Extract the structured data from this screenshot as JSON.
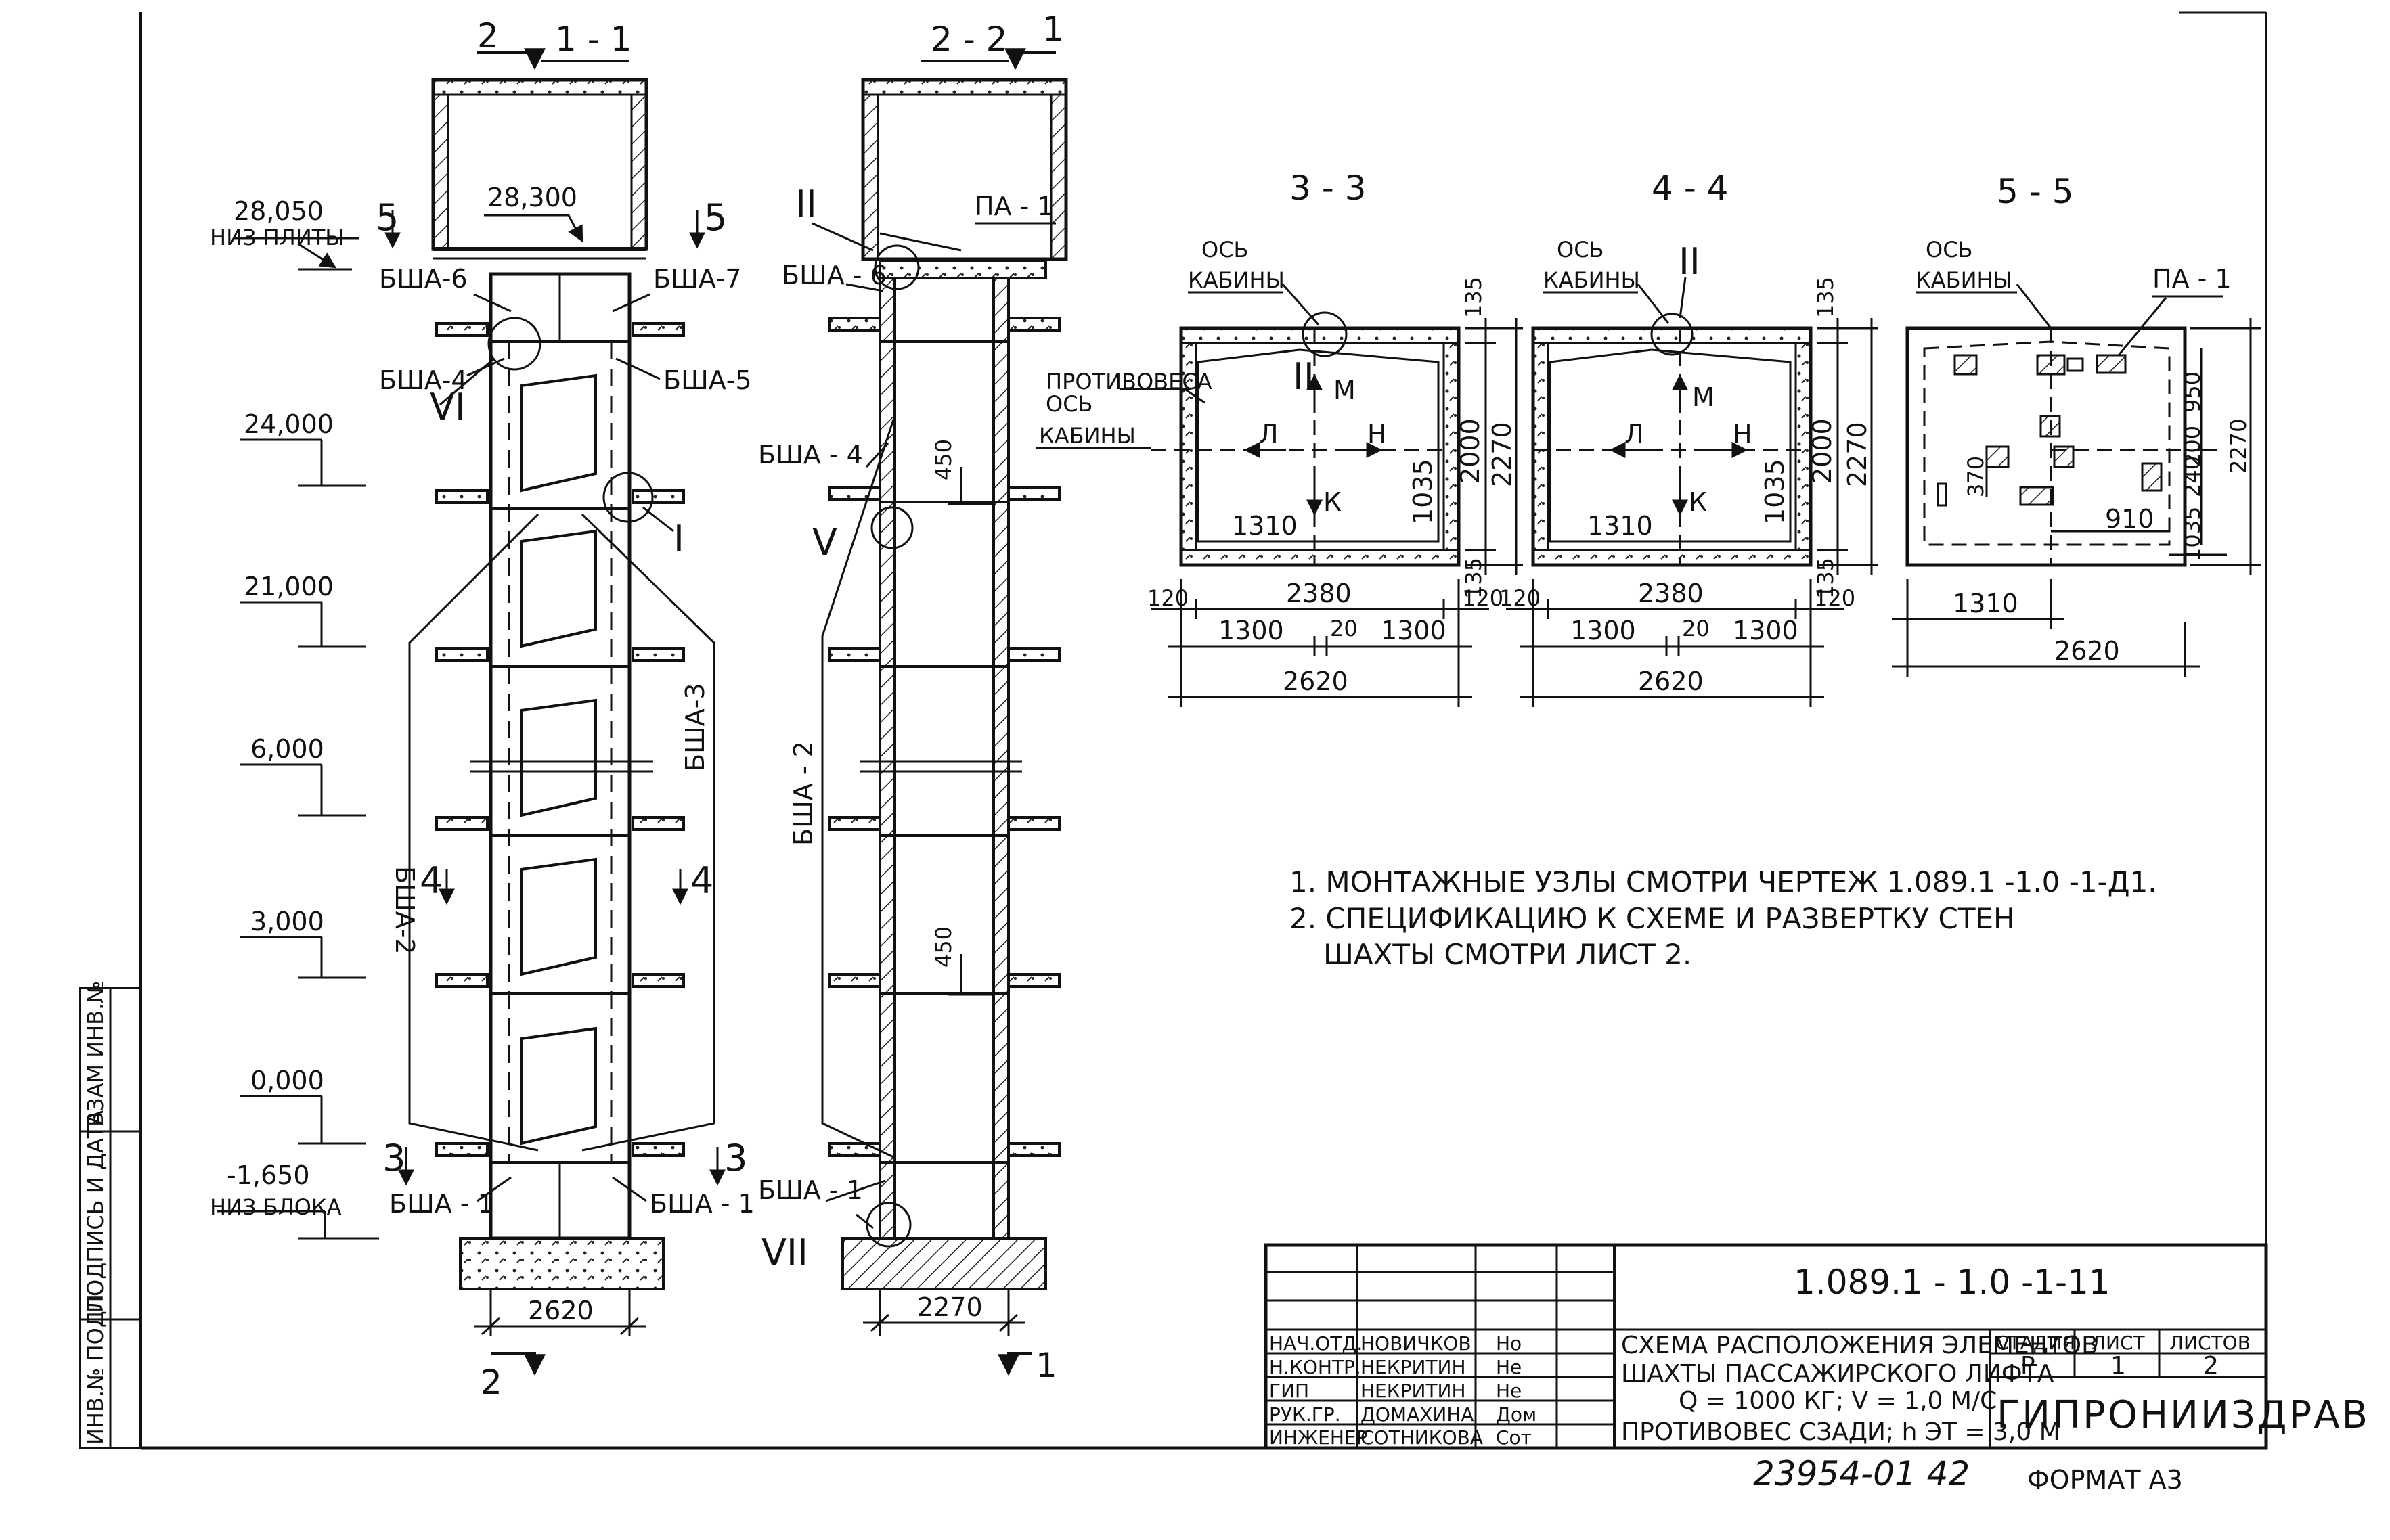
{
  "drawing": {
    "code": "1.089.1 - 1.0 -1-11",
    "sheet_no": "23954-01  42",
    "format": "ФОРМАТ А3",
    "organization": "ГИПРОНИИЗДРАВ"
  },
  "left_stamp": [
    "ИНВ.№ ПОДЛ.",
    "ПОДПИСЬ И ДАТА",
    "ВЗАМ ИНВ.№"
  ],
  "sections": {
    "s11": {
      "title": "1 - 1",
      "marker_top_left": "2",
      "marker_bottom_left": "2",
      "top_level": "28,300",
      "width_dim": "2620",
      "cut_left_top": "5",
      "cut_right_top": "5",
      "cut_left_mid": "4",
      "cut_right_mid": "4",
      "cut_left_bot": "3",
      "cut_right_bot": "3",
      "elements": {
        "b6": "БША-6",
        "b7": "БША-7",
        "b4": "БША-4",
        "b5": "БША-5",
        "b2": "БША-2",
        "b3": "БША-3",
        "b1l": "БША - 1",
        "b1r": "БША - 1"
      },
      "callouts": {
        "vi": "VI",
        "i": "I"
      }
    },
    "s22": {
      "title": "2 - 2",
      "marker_top_right": "1",
      "marker_bottom_right": "1",
      "width_dim": "2270",
      "elements": {
        "pa1": "ПА - 1",
        "b6": "БША - 6",
        "b4": "БША - 4",
        "b2": "БША - 2",
        "b1": "БША - 1"
      },
      "dim_450_a": "450",
      "dim_450_b": "450",
      "callouts": {
        "ii": "II",
        "v": "V",
        "vii": "VII"
      }
    },
    "levels": [
      {
        "value": "28,050",
        "note": "НИЗ ПЛИТЫ"
      },
      {
        "value": "24,000",
        "note": ""
      },
      {
        "value": "21,000",
        "note": ""
      },
      {
        "value": "6,000",
        "note": ""
      },
      {
        "value": "3,000",
        "note": ""
      },
      {
        "value": "0,000",
        "note": ""
      },
      {
        "value": "-1,650",
        "note": "НИЗ БЛОКА"
      }
    ],
    "s33": {
      "title": "3 - 3",
      "axis_cabin_1": "ОСЬ",
      "axis_cabin_2": "КАБИНЫ",
      "axis_cw_1": "ПРОТИВОВЕСА",
      "axis_cw_2": "ОСЬ",
      "axis_cw_3": "КАБИНЫ",
      "letters": {
        "m": "М",
        "l": "Л",
        "n": "Н",
        "k": "К"
      },
      "callout": "II",
      "dims": {
        "d135a": "135",
        "d2000": "2000",
        "d2270": "2270",
        "d135b": "135",
        "d1310": "1310",
        "d1035": "1035",
        "d120a": "120",
        "d2380": "2380",
        "d120b": "120",
        "d1300a": "1300",
        "d20": "20",
        "d1300b": "1300",
        "d2620": "2620"
      }
    },
    "s44": {
      "title": "4 - 4",
      "axis_cabin_1": "ОСЬ",
      "axis_cabin_2": "КАБИНЫ",
      "letters": {
        "m": "М",
        "l": "Л",
        "n": "Н",
        "k": "К"
      },
      "callout": "II",
      "dims": {
        "d135a": "135",
        "d2000": "2000",
        "d2270": "2270",
        "d135b": "135",
        "d1310": "1310",
        "d1035": "1035",
        "d120a": "120",
        "d2380": "2380",
        "d120b": "120",
        "d1300a": "1300",
        "d20": "20",
        "d1300b": "1300",
        "d2620": "2620"
      }
    },
    "s55": {
      "title": "5 - 5",
      "axis_cabin_1": "ОСЬ",
      "axis_cabin_2": "КАБИНЫ",
      "pa1": "ПА - 1",
      "dims": {
        "d950": "950",
        "d2270": "2270",
        "d370": "370",
        "d240": "240",
        "d200": "200",
        "d910": "910",
        "d1035": "1035",
        "d1310": "1310",
        "d2620": "2620"
      }
    }
  },
  "notes": [
    "1. МОНТАЖНЫЕ УЗЛЫ СМОТРИ ЧЕРТЕЖ   1.089.1 -1.0 -1-Д1.",
    "2. СПЕЦИФИКАЦИЮ К СХЕМЕ И РАЗВЕРТКУ СТЕН",
    "ШАХТЫ СМОТРИ ЛИСТ 2."
  ],
  "title_block": {
    "title_lines": [
      "СХЕМА РАСПОЛОЖЕНИЯ ЭЛЕМЕНТОВ",
      "ШАХТЫ ПАССАЖИРСКОГО ЛИФТА",
      "Q = 1000 КГ;  V = 1,0 М/С",
      "ПРОТИВОВЕС СЗАДИ;  h ЭТ = 3,0 М"
    ],
    "stage_header": "СТАДИЯ",
    "sheet_header": "ЛИСТ",
    "sheets_header": "ЛИСТОВ",
    "stage": "Р",
    "sheet": "1",
    "sheets": "2",
    "staff": [
      {
        "role": "НАЧ.ОТД.",
        "name": "НОВИЧКОВ",
        "sign": "Но"
      },
      {
        "role": "Н.КОНТР.",
        "name": "НЕКРИТИН",
        "sign": "Не"
      },
      {
        "role": "ГИП",
        "name": "НЕКРИТИН",
        "sign": "Не"
      },
      {
        "role": "РУК.ГР.",
        "name": "ДОМАХИНА",
        "sign": "Дом"
      },
      {
        "role": "ИНЖЕНЕР",
        "name": "СОТНИКОВА",
        "sign": "Сот"
      }
    ]
  }
}
